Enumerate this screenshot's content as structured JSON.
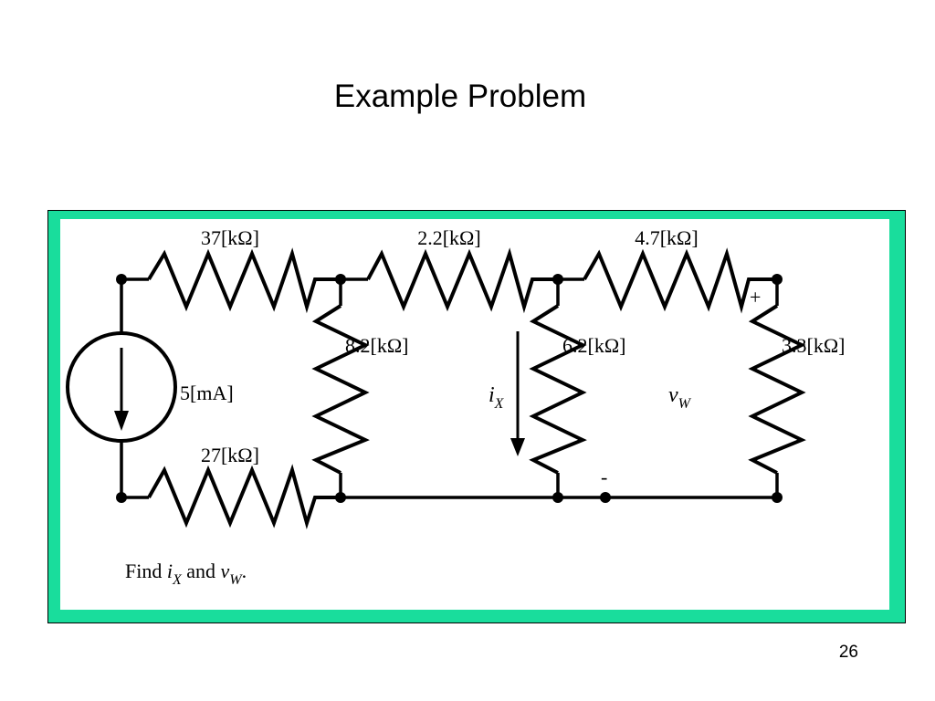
{
  "slide": {
    "title": "Example Problem",
    "page_number": "26"
  },
  "circuit": {
    "resistors": {
      "r_top_left": "37[kΩ]",
      "r_top_mid": "2.2[kΩ]",
      "r_top_right": "4.7[kΩ]",
      "r_bottom_left": "27[kΩ]",
      "r_shunt_1": "8.2[kΩ]",
      "r_shunt_2": "6.2[kΩ]",
      "r_shunt_3": "3.3[kΩ]"
    },
    "source": {
      "value": "5[mA]"
    },
    "current_label": {
      "symbol": "i",
      "subscript": "X"
    },
    "voltage_label": {
      "symbol": "v",
      "subscript": "W",
      "plus": "+",
      "minus": "-"
    },
    "question": {
      "prefix": "Find ",
      "i_symbol": "i",
      "i_subscript": "X",
      "middle": " and ",
      "v_symbol": "v",
      "v_subscript": "W",
      "suffix": "."
    }
  },
  "colors": {
    "frame_accent": "#19dd9c",
    "line": "#000000",
    "background": "#ffffff"
  }
}
